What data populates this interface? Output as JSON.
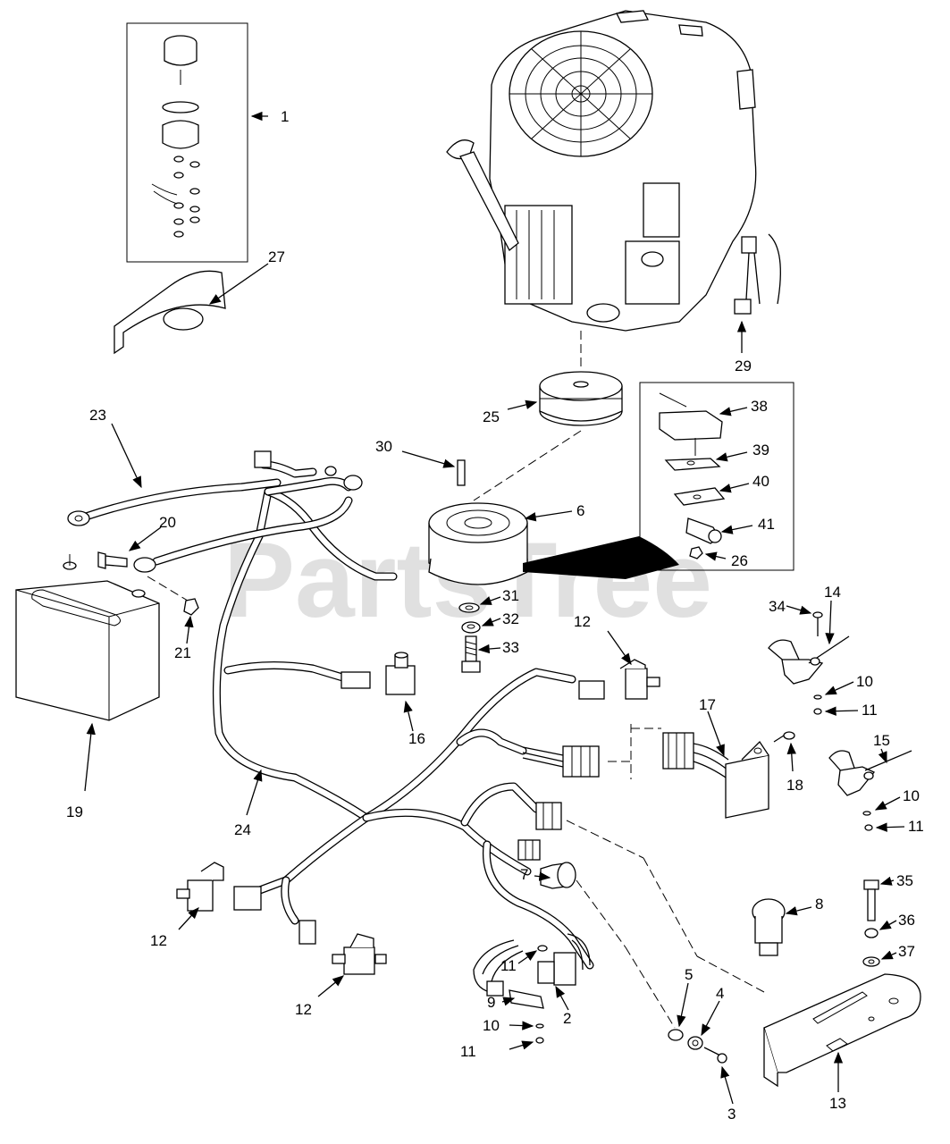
{
  "watermark": "PartsTree",
  "labels": {
    "l1": "1",
    "l2": "2",
    "l3": "3",
    "l4": "4",
    "l5": "5",
    "l6": "6",
    "l7": "7",
    "l8": "8",
    "l9": "9",
    "l10a": "10",
    "l10b": "10",
    "l10c": "10",
    "l11a": "11",
    "l11b": "11",
    "l11c": "11",
    "l11d": "11",
    "l12a": "12",
    "l12b": "12",
    "l12c": "12",
    "l13": "13",
    "l14": "14",
    "l15": "15",
    "l16": "16",
    "l17": "17",
    "l18": "18",
    "l19": "19",
    "l20": "20",
    "l21": "21",
    "l23": "23",
    "l24": "24",
    "l25": "25",
    "l26": "26",
    "l27": "27",
    "l29": "29",
    "l30": "30",
    "l31": "31",
    "l32": "32",
    "l33": "33",
    "l34": "34",
    "l35": "35",
    "l36": "36",
    "l37": "37",
    "l38": "38",
    "l39": "39",
    "l40": "40",
    "l41": "41"
  }
}
